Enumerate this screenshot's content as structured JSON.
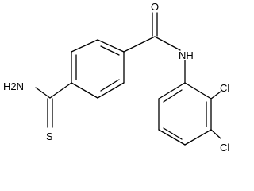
{
  "molecule": {
    "atoms": {
      "o": "O",
      "nh": "NH",
      "h2n": "H2N",
      "s": "S",
      "cl1": "Cl",
      "cl2": "Cl"
    },
    "colors": {
      "bond": "#000000",
      "text": "#000000",
      "background": "#ffffff"
    }
  }
}
